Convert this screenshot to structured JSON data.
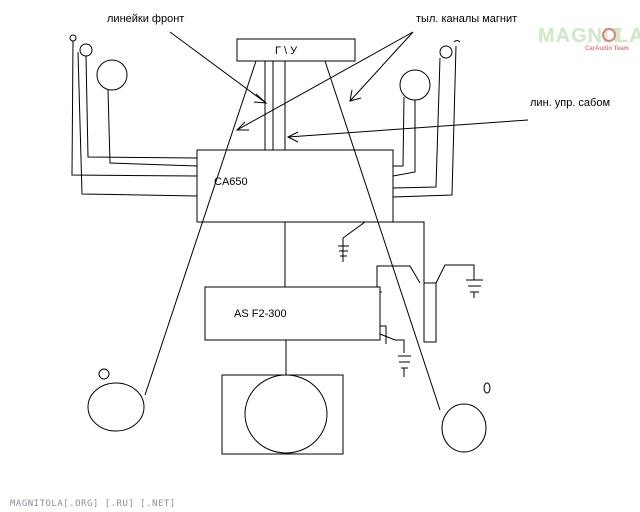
{
  "labels": {
    "front_lines": "линейки фронт",
    "rear_channels": "тыл. каналы магнит",
    "sub_control": "лин. упр. сабом"
  },
  "blocks": {
    "head_unit": "Г \\ У",
    "amp_main": "CA650",
    "amp_sub": "AS F2-300"
  },
  "logo": {
    "main_left": "MAGNIT",
    "main_right": "LA",
    "sub": "CarAudio Team"
  },
  "footer": "MAGNITOLA[.ORG] [.RU] [.NET]",
  "colors": {
    "logo": "#cfe8c6",
    "logo_accent": "#e08080",
    "footer": "#8a8f9a"
  }
}
